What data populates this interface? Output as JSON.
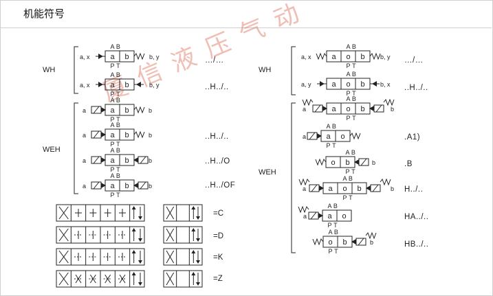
{
  "title": "机能符号",
  "watermark": "厦信液压气动",
  "left": {
    "group_wh": "WH",
    "group_weh": "WEH",
    "rows": [
      {
        "left_tag": "a, x",
        "right_tag": "b, y",
        "code": "…/…"
      },
      {
        "left_tag": "a, x",
        "right_tag": "b, y",
        "code": "..H../.."
      },
      {
        "left_tag": "a",
        "right_tag": "b",
        "code": ""
      },
      {
        "left_tag": "a",
        "right_tag": "b",
        "code": "..H../.."
      },
      {
        "left_tag": "a",
        "right_tag": "b",
        "code": "..H../O"
      },
      {
        "left_tag": "a",
        "right_tag": "b",
        "code": "..H../OF"
      }
    ],
    "spool_symbols": [
      {
        "label": "=C"
      },
      {
        "label": "=D"
      },
      {
        "label": "=K"
      },
      {
        "label": "=Z"
      }
    ]
  },
  "right": {
    "group_wh": "WH",
    "group_weh": "WEH",
    "rows": [
      {
        "left_tag": "a, x",
        "right_tag": "b, y",
        "code": "…/…"
      },
      {
        "left_tag": "a, y",
        "right_tag": "b, x",
        "code": "..H../.."
      },
      {
        "left_tag": "a",
        "right_tag": "b",
        "code": ""
      },
      {
        "left_tag": "a",
        "right_tag": "",
        "code": ".A1)"
      },
      {
        "left_tag": "",
        "right_tag": "b",
        "code": ".B"
      },
      {
        "left_tag": "a",
        "right_tag": "b",
        "code": "H../.."
      },
      {
        "left_tag": "a",
        "right_tag": "",
        "code": "HA../.."
      },
      {
        "left_tag": "",
        "right_tag": "b",
        "code": "HB../.."
      }
    ]
  },
  "port_labels": {
    "a": "A",
    "b": "B",
    "p": "P",
    "t": "T"
  },
  "cell_letters": {
    "a": "a",
    "o": "o",
    "b": "b"
  }
}
